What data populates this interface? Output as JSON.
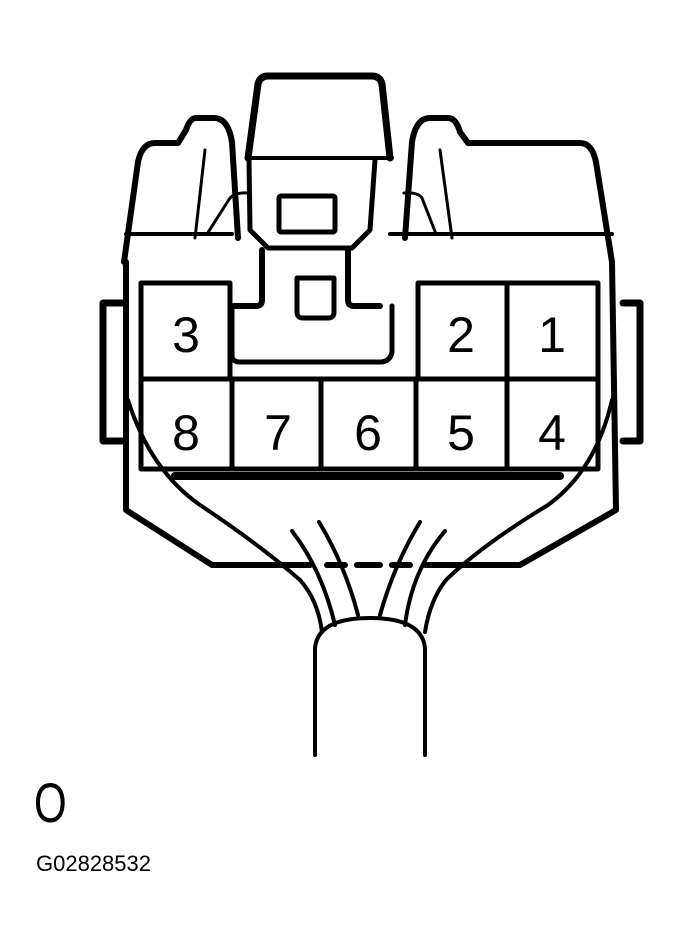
{
  "diagram": {
    "type": "connector-face-view",
    "pin_count": 8,
    "rows": [
      {
        "row": "top",
        "pins": [
          "3",
          "",
          "2",
          "1"
        ]
      },
      {
        "row": "bottom",
        "pins": [
          "8",
          "7",
          "6",
          "5",
          "4"
        ]
      }
    ],
    "pins": [
      {
        "id": "1",
        "label": "1"
      },
      {
        "id": "2",
        "label": "2"
      },
      {
        "id": "3",
        "label": "3"
      },
      {
        "id": "4",
        "label": "4"
      },
      {
        "id": "5",
        "label": "5"
      },
      {
        "id": "6",
        "label": "6"
      },
      {
        "id": "7",
        "label": "7"
      },
      {
        "id": "8",
        "label": "8"
      }
    ],
    "line_color": "#000000",
    "background_color": "#ffffff"
  },
  "view_label": "O",
  "figure_id": "G02828532"
}
